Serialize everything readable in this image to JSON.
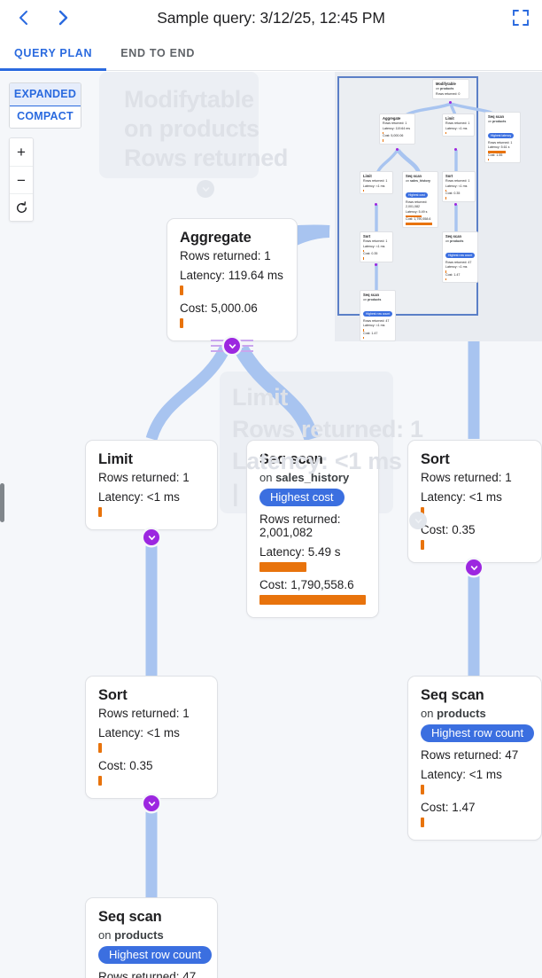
{
  "header": {
    "title": "Sample query: 3/12/25, 12:45 PM",
    "back_label": "‹",
    "forward_label": "›",
    "fullscreen_label": "Fullscreen"
  },
  "tabs": [
    {
      "label": "QUERY PLAN",
      "active": true
    },
    {
      "label": "END TO END",
      "active": false
    }
  ],
  "controls": {
    "modes": [
      {
        "label": "EXPANDED",
        "selected": true
      },
      {
        "label": "COMPACT",
        "selected": false
      }
    ],
    "zoom_in": "+",
    "zoom_out": "−",
    "reset": "reset-view"
  },
  "colors": {
    "accent_blue": "#2a6adf",
    "badge_blue": "#3b6fe0",
    "bar_orange": "#e8730c",
    "edge_blue": "#a8c4f0",
    "collapse_purple": "#9c27e0",
    "canvas_bg": "#f5f7fa",
    "minimap_bg": "#e9ecf1",
    "viewport_border": "#5b7fc7"
  },
  "nodes": {
    "aggregate": {
      "title": "Aggregate",
      "rows": "Rows returned: 1",
      "latency": "Latency: 119.64 ms",
      "cost": "Cost: 5,000.06",
      "latency_bar_pct": 3,
      "cost_bar_pct": 3
    },
    "limit_mid": {
      "title": "Limit",
      "rows": "Rows returned: 1",
      "latency": "Latency: <1 ms",
      "latency_bar_pct": 3
    },
    "seqscan_sales": {
      "title": "Seq scan",
      "on_prefix": "on ",
      "relation": "sales_history",
      "badge": "Highest cost",
      "rows": "Rows returned: 2,001,082",
      "latency": "Latency: 5.49 s",
      "cost": "Cost: 1,790,558.6",
      "latency_bar_pct": 44,
      "cost_bar_pct": 80
    },
    "sort_right": {
      "title": "Sort",
      "rows": "Rows returned: 1",
      "latency": "Latency: <1 ms",
      "cost": "Cost: 0.35",
      "latency_bar_pct": 3,
      "cost_bar_pct": 3
    },
    "sort_left": {
      "title": "Sort",
      "rows": "Rows returned: 1",
      "latency": "Latency: <1 ms",
      "cost": "Cost: 0.35",
      "latency_bar_pct": 3,
      "cost_bar_pct": 3
    },
    "seqscan_products_right": {
      "title": "Seq scan",
      "on_prefix": "on ",
      "relation": "products",
      "badge": "Highest row count",
      "rows": "Rows returned: 47",
      "latency": "Latency: <1 ms",
      "cost": "Cost: 1.47",
      "latency_bar_pct": 3,
      "cost_bar_pct": 3
    },
    "seqscan_products_bottom": {
      "title": "Seq scan",
      "on_prefix": "on ",
      "relation": "products",
      "badge": "Highest row count",
      "rows": "Rows returned: 47"
    }
  },
  "ghost": {
    "line1": "Modifytable",
    "line2": "on products",
    "line3": "Rows returned",
    "line4": "Limit",
    "line5": "Rows returned: 1",
    "line6": "Latency: <1 ms",
    "line7": "|"
  },
  "minimap": {
    "label": "minimap",
    "nodes": [
      {
        "id": "mm-modifytable",
        "title": "Modifytable",
        "sub_prefix": "on ",
        "relation": "products",
        "lines": [
          "Rows returned: 0"
        ],
        "badge": null,
        "bars": []
      },
      {
        "id": "mm-aggregate",
        "title": "Aggregate",
        "sub_prefix": "",
        "relation": "",
        "lines": [
          "Rows returned: 1",
          "Latency: 119.64 ms",
          "Cost: 5,000.06"
        ],
        "badge": null,
        "bars": [
          "tiny",
          "tiny"
        ]
      },
      {
        "id": "mm-limit-top",
        "title": "Limit",
        "sub_prefix": "",
        "relation": "",
        "lines": [
          "Rows returned: 1",
          "Latency: <1 ms"
        ],
        "badge": null,
        "bars": [
          "tiny"
        ]
      },
      {
        "id": "mm-seqscan-latency",
        "title": "Seq scan",
        "sub_prefix": "on ",
        "relation": "products",
        "lines": [
          "Rows returned: 1",
          "Latency: 5.61 s",
          "Cost: 1.55"
        ],
        "badge": "Highest latency",
        "bars": [
          "wide",
          "tiny"
        ]
      },
      {
        "id": "mm-limit-mid",
        "title": "Limit",
        "sub_prefix": "",
        "relation": "",
        "lines": [
          "Rows returned: 1",
          "Latency: <1 ms"
        ],
        "badge": null,
        "bars": [
          "tiny"
        ]
      },
      {
        "id": "mm-seqscan-sales",
        "title": "Seq scan",
        "sub_prefix": "on ",
        "relation": "sales_history",
        "lines": [
          "Rows returned: 2,001,082",
          "Latency: 5.49 s",
          "Cost: 1,790,558.6"
        ],
        "badge": "Highest cost",
        "bars": [
          "wide",
          "wider"
        ]
      },
      {
        "id": "mm-sort-right",
        "title": "Sort",
        "sub_prefix": "",
        "relation": "",
        "lines": [
          "Rows returned: 1",
          "Latency: <1 ms",
          "Cost: 0.35"
        ],
        "badge": null,
        "bars": [
          "tiny",
          "tiny"
        ]
      },
      {
        "id": "mm-sort-left",
        "title": "Sort",
        "sub_prefix": "",
        "relation": "",
        "lines": [
          "Rows returned: 1",
          "Latency: <1 ms",
          "Cost: 0.35"
        ],
        "badge": null,
        "bars": [
          "tiny",
          "tiny"
        ]
      },
      {
        "id": "mm-seqscan-products-right",
        "title": "Seq scan",
        "sub_prefix": "on ",
        "relation": "products",
        "lines": [
          "Rows returned: 47",
          "Latency: <1 ms",
          "Cost: 1.47"
        ],
        "badge": "Highest row count",
        "bars": [
          "tiny",
          "tiny"
        ]
      },
      {
        "id": "mm-seqscan-products-bottom",
        "title": "Seq scan",
        "sub_prefix": "on ",
        "relation": "products",
        "lines": [
          "Rows returned: 47",
          "Latency: <1 ms",
          "Cost: 1.47"
        ],
        "badge": "Highest row count",
        "bars": [
          "tiny",
          "tiny"
        ]
      }
    ]
  }
}
